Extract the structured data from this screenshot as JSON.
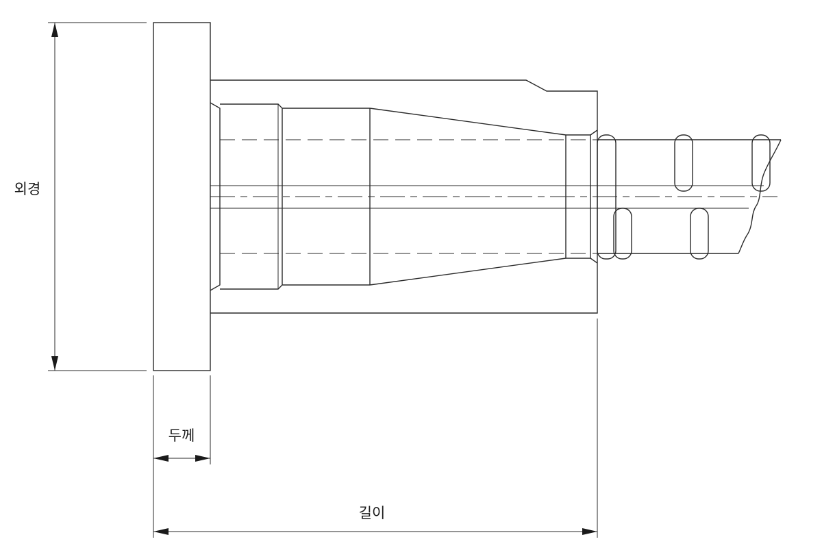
{
  "dimensions": {
    "outer_diameter": "외경",
    "thickness": "두께",
    "length": "길이"
  },
  "colors": {
    "line": "#2a2a2a",
    "background": "#ffffff"
  }
}
